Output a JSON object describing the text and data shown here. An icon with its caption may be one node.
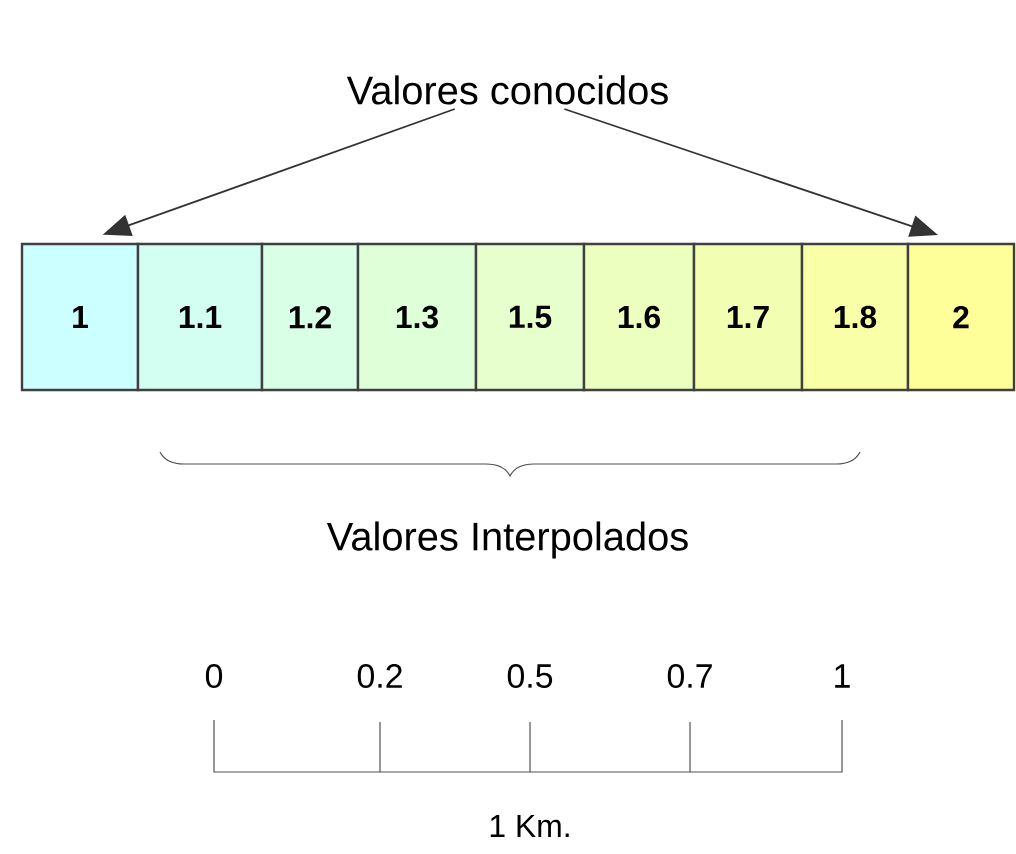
{
  "diagram": {
    "nodes": [
      {
        "text": [
          "Valores conocidos"
        ]
      },
      {
        "text": [
          "1"
        ]
      },
      {
        "text": [
          "1.1"
        ]
      },
      {
        "text": [
          "1.2"
        ]
      },
      {
        "text": [
          "1.3"
        ]
      },
      {
        "text": [
          "1.5"
        ]
      },
      {
        "text": [
          "1.6"
        ]
      },
      {
        "text": [
          "1.7"
        ]
      },
      {
        "text": [
          "1.8"
        ]
      },
      {
        "text": [
          "2"
        ]
      }
    ],
    "edges": [
      {
        "from": 0,
        "to": 1,
        "arrow": "to"
      },
      {
        "from": 0,
        "to": 9,
        "arrow": "to"
      }
    ],
    "labels": [
      "Valores Interpolados",
      "0",
      "0.2",
      "0.5",
      "0.7",
      "1",
      "1 Km."
    ]
  }
}
